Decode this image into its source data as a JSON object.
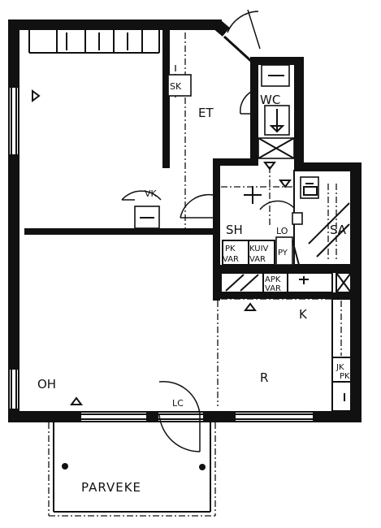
{
  "rooms": {
    "entrance": "ET",
    "wc": "WC",
    "bedroom_wardrobe": "SK",
    "closet": "VK",
    "bathroom": "SH",
    "sauna": "SA",
    "laundry_cabinet": "LO",
    "drying_cabinet": "KUIV",
    "drying_cabinet_2": "VAR",
    "closet_2": "PK",
    "closet_3": "VAR",
    "washing_machine": "PY",
    "kitchen": "K",
    "fridge_freezer": "APK",
    "fridge_storage": "VAR",
    "room": "R",
    "living_room": "OH",
    "glazed_storage": "LC",
    "cold_cabinet": "JK",
    "freezer": "PK",
    "balcony": "PARVEKE"
  },
  "colors": {
    "wall": "#111111",
    "background": "#ffffff"
  }
}
